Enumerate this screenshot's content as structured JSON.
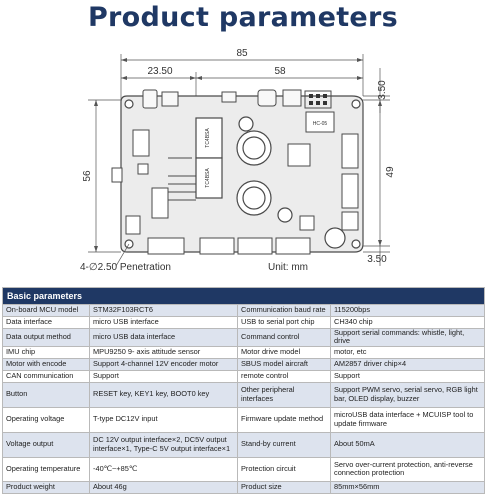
{
  "title": "Product parameters",
  "drawing": {
    "dim_total_width": "85",
    "dim_left": "23.50",
    "dim_right": "58",
    "dim_top_right": "3.50",
    "dim_height": "56",
    "dim_inner_height": "49",
    "dim_bottom_right": "3.50",
    "hole_label": "4-∅2.50 Penetration",
    "unit_label": "Unit: mm",
    "chip_labels": [
      "TC4BSA",
      "TC4BSA",
      "HC-05"
    ]
  },
  "table": {
    "heading": "Basic parameters",
    "rows": [
      [
        "On-board MCU model",
        "STM32F103RCT6",
        "Communication baud rate",
        "115200bps"
      ],
      [
        "Data interface",
        "micro USB interface",
        "USB to serial port chip",
        "CH340 chip"
      ],
      [
        "Data output method",
        "micro USB data interface",
        "Command control",
        "Support serial commands: whistle, light, drive"
      ],
      [
        "IMU chip",
        "MPU9250 9- axis attitude sensor",
        "Motor drive model",
        "motor, etc"
      ],
      [
        "Motor with encode",
        "Support 4-channel 12V encoder motor",
        "SBUS model aircraft",
        "AM2857 driver chip×4"
      ],
      [
        "CAN communication",
        "Support",
        "remote control",
        "Support"
      ],
      [
        "Button",
        "RESET key, KEY1 key, BOOT0 key",
        "Other peripheral interfaces",
        "Support PWM servo, serial servo, RGB light bar, OLED display, buzzer"
      ],
      [
        "Operating voltage",
        "T-type DC12V input",
        "Firmware update method",
        "microUSB data interface + MCUISP tool to update firmware"
      ],
      [
        "Voltage output",
        "DC 12V output interface×2, DC5V output interface×1, Type-C 5V output interface×1",
        "Stand-by current",
        "About 50mA"
      ],
      [
        "Operating temperature",
        "-40℃~+85℃",
        "Protection circuit",
        "Servo over-current protection, anti-reverse connection protection"
      ],
      [
        "Product weight",
        "About 46g",
        "Product size",
        "85mm×56mm"
      ]
    ]
  }
}
